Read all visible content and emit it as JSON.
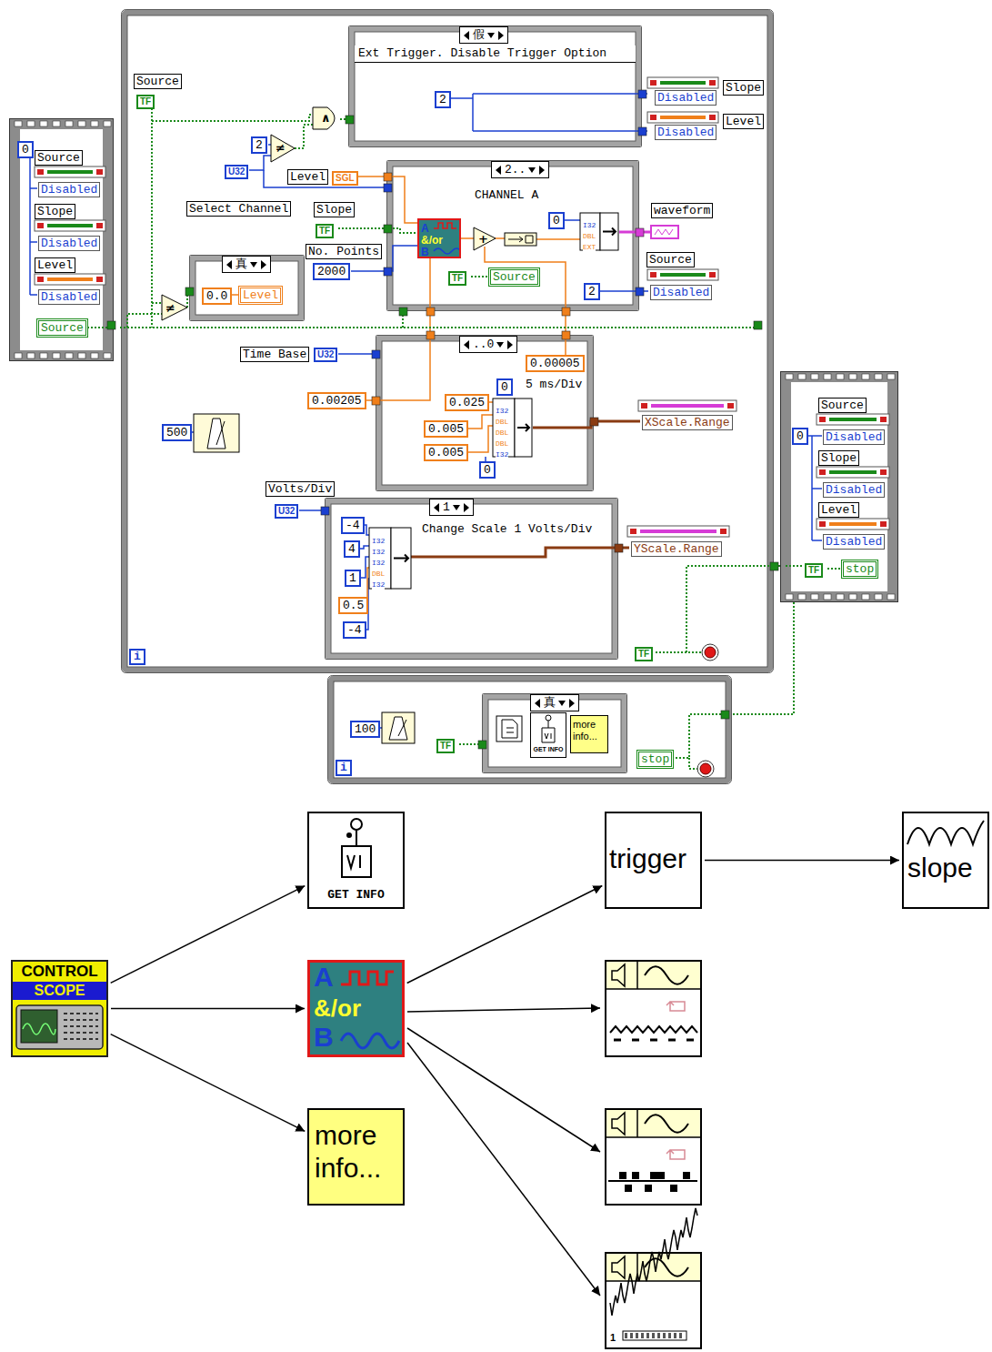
{
  "diagram": {
    "nodes": [
      {
        "text": [
          "i"
        ]
      },
      {
        "text": [
          "假",
          "Ext Trigger. Disable Trigger Option"
        ],
        "in": 0
      },
      {
        "text": [
          "2..",
          "CHANNEL A"
        ],
        "in": 0
      },
      {
        "text": [
          "A",
          "&/or",
          "B"
        ],
        "in": 2
      },
      {
        "text": [
          "真"
        ],
        "in": 0
      },
      {
        "text": [
          "..0",
          "5 ms/Div"
        ],
        "in": 0
      },
      {
        "text": [
          "1",
          "Change Scale 1 Volts/Div"
        ],
        "in": 0
      },
      {
        "text": [
          "i"
        ]
      },
      {
        "text": [
          "真"
        ],
        "in": 7
      },
      {
        "text": [
          "GET INFO"
        ],
        "in": 8
      },
      {
        "text": [
          "more info..."
        ],
        "in": 8
      },
      {
        "text": [
          "CONTROL",
          "SCOPE"
        ]
      },
      {
        "text": [
          "GET INFO"
        ]
      },
      {
        "text": [
          "A",
          "&/or",
          "B"
        ]
      },
      {
        "text": [
          "more info..."
        ]
      },
      {
        "text": [
          "trigger"
        ]
      },
      {
        "text": [
          "slope"
        ]
      }
    ],
    "edges": [
      {
        "from": 11,
        "to": 12,
        "arrow": "to"
      },
      {
        "from": 11,
        "to": 13,
        "arrow": "to"
      },
      {
        "from": 11,
        "to": 14,
        "arrow": "to"
      },
      {
        "from": 13,
        "to": 15,
        "arrow": "to"
      },
      {
        "from": 15,
        "to": 16,
        "arrow": "to"
      }
    ],
    "labels": [
      "Source",
      "TF",
      "∧",
      "2",
      "≠",
      "U32",
      "Level",
      "SGL",
      "Select Channel",
      "Slope",
      "TF",
      "No. Points",
      "2000",
      "0.0",
      "Level",
      "≠",
      "TF",
      "Source",
      "0",
      "I32",
      "DBL",
      "EXT",
      "2",
      "2",
      "Disabled",
      "Slope",
      "Disabled",
      "Level",
      "waveform",
      "Source",
      "Disabled",
      "Time Base",
      "U32",
      "0.00205",
      "0.00005",
      "0.025",
      "0",
      "0.005",
      "0.005",
      "0",
      "I32",
      "DBL",
      "DBL",
      "DBL",
      "I32",
      "XScale.Range",
      "500",
      "Volts/Div",
      "U32",
      "-4",
      "4",
      "1",
      "0.5",
      "-4",
      "I32",
      "I32",
      "I32",
      "DBL",
      "I32",
      "YScale.Range",
      "TF",
      "0",
      "Source",
      "Disabled",
      "Slope",
      "Disabled",
      "Level",
      "Disabled",
      "Source",
      "Source",
      "0",
      "Disabled",
      "Slope",
      "Disabled",
      "Level",
      "Disabled",
      "TF",
      "stop",
      "100",
      "TF",
      "stop",
      "+",
      "1"
    ]
  }
}
